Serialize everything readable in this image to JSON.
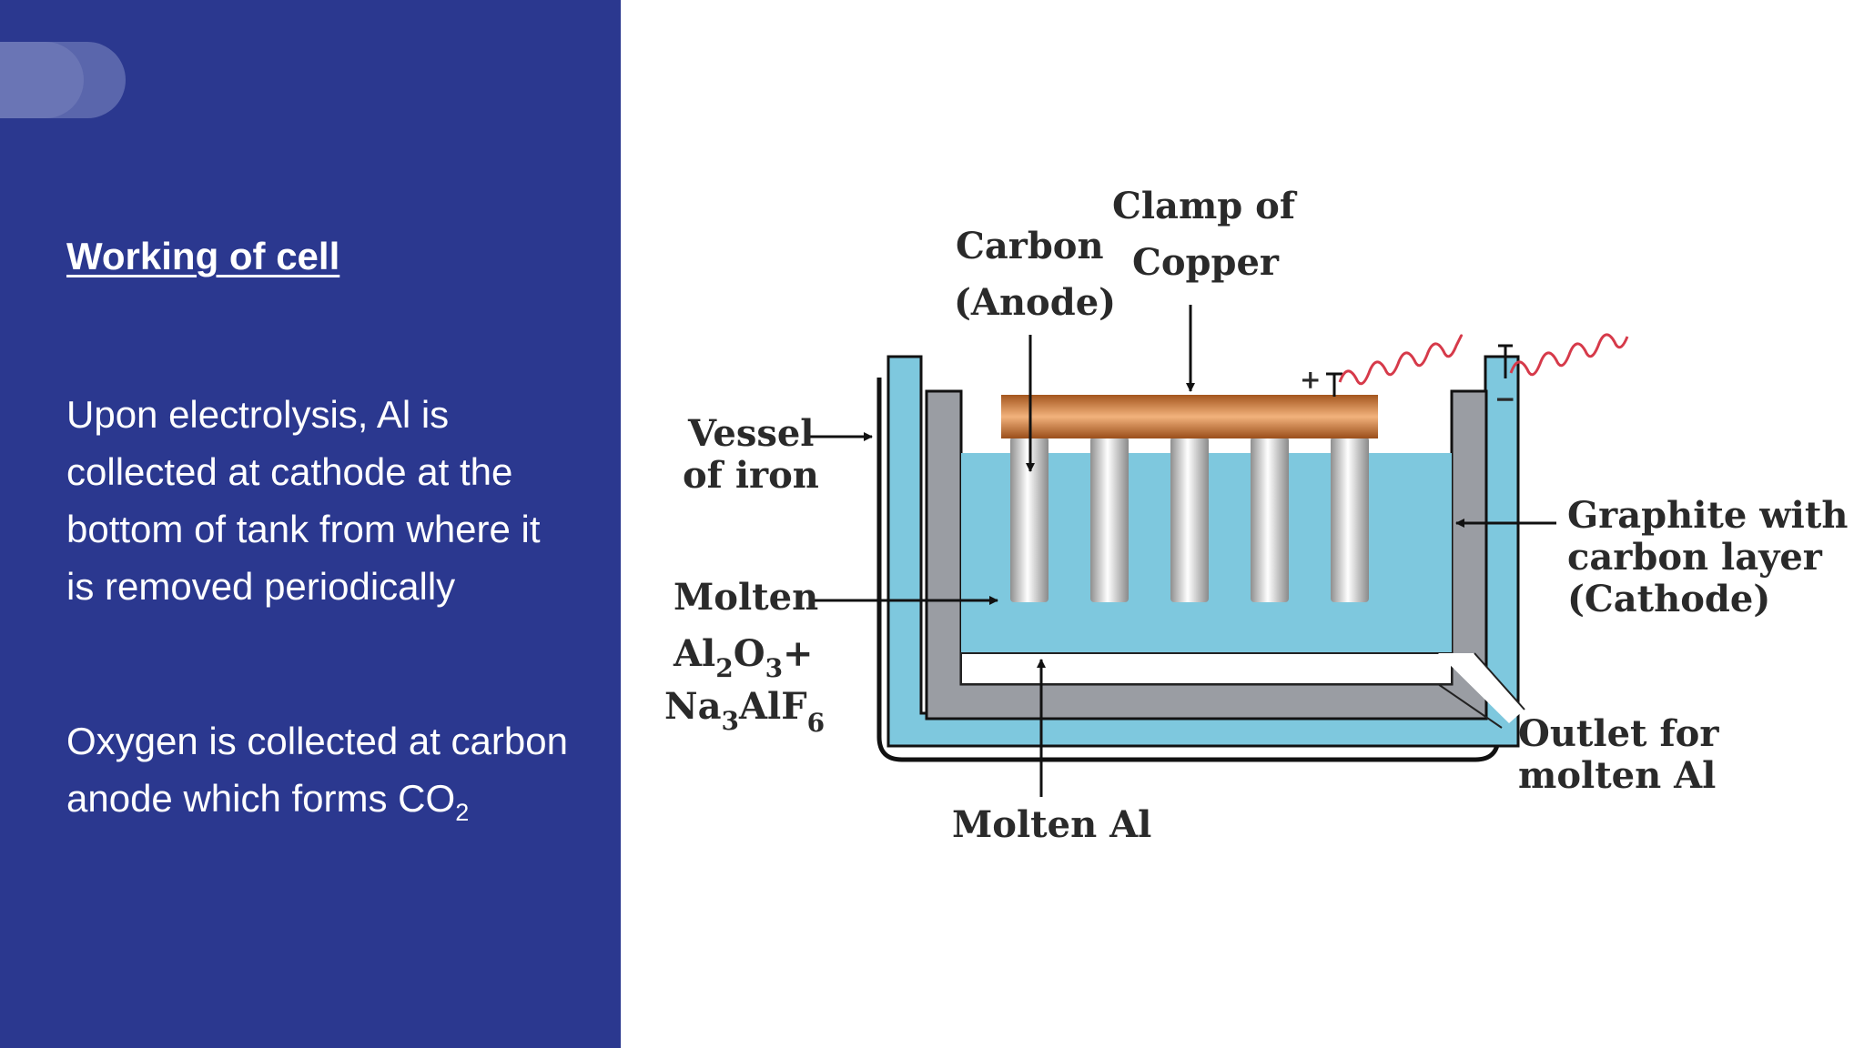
{
  "slide": {
    "heading": "Working of cell",
    "paragraph1": "Upon electrolysis, Al is collected at cathode at the bottom of tank from where it is removed periodically",
    "paragraph2_prefix": "Oxygen is collected at carbon anode which forms CO",
    "paragraph2_subscript": "2"
  },
  "diagram": {
    "labels": {
      "carbon_line1": "Carbon",
      "carbon_line2": "(Anode)",
      "clamp_line1": "Clamp of",
      "clamp_line2": "Copper",
      "vessel_line1": "Vessel",
      "vessel_line2": "of iron",
      "molten_line1": "Molten",
      "al": "Al",
      "al_sub": "2",
      "o": "O",
      "o_sub": "3",
      "plus": "+",
      "na": "Na",
      "na_sub": "3",
      "alf": "AlF",
      "alf_sub": "6",
      "graphite_line1": "Graphite with",
      "graphite_line2": "carbon layer",
      "graphite_line3": "(Cathode)",
      "outlet_line1": "Outlet for",
      "outlet_line2": "molten Al",
      "molten_al": "Molten Al",
      "plus_terminal": "+",
      "minus_terminal": "−"
    },
    "colors": {
      "panel": "#2b388f",
      "electrolyte": "#7ec8de",
      "clamp": "#c8733a",
      "graphite": "#9a9da3"
    }
  }
}
